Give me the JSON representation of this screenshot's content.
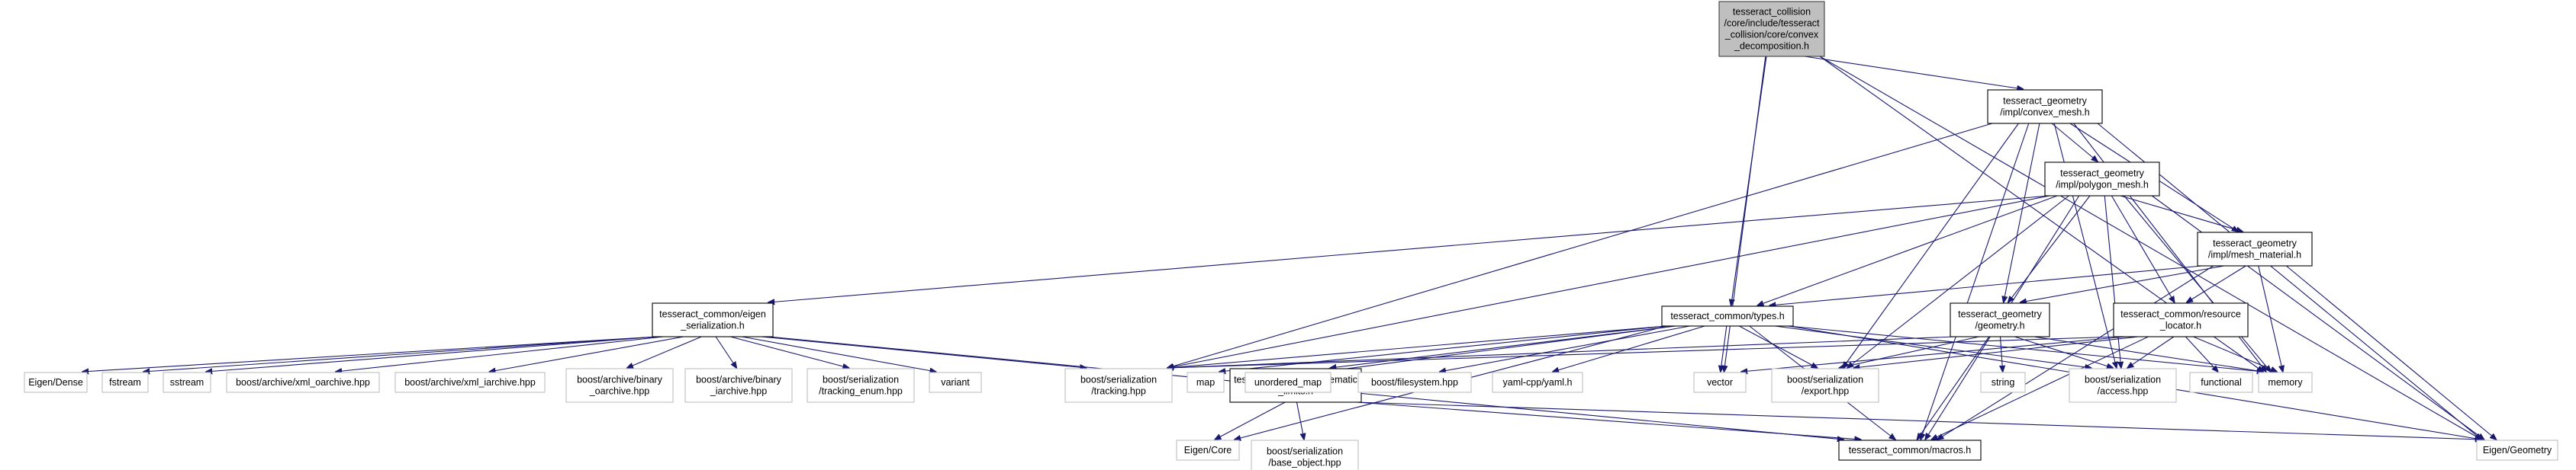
{
  "colors": {
    "edge": "#191970",
    "root_fill": "#bfbfbf",
    "root_border": "#404040",
    "internal_border": "#000000",
    "external_border": "#bfbfbf",
    "background": "#ffffff"
  },
  "nodes": [
    {
      "id": "root",
      "kind": "root",
      "lines": [
        "tesseract_collision",
        "/core/include/tesseract",
        "_collision/core/convex",
        "_decomposition.h"
      ]
    },
    {
      "id": "convex_mesh",
      "kind": "internal",
      "lines": [
        "tesseract_geometry",
        "/impl/convex_mesh.h"
      ]
    },
    {
      "id": "polygon_mesh",
      "kind": "internal",
      "lines": [
        "tesseract_geometry",
        "/impl/polygon_mesh.h"
      ]
    },
    {
      "id": "mesh_material",
      "kind": "internal",
      "lines": [
        "tesseract_geometry",
        "/impl/mesh_material.h"
      ]
    },
    {
      "id": "eigen_serialization",
      "kind": "internal",
      "lines": [
        "tesseract_common/eigen",
        "_serialization.h"
      ]
    },
    {
      "id": "types",
      "kind": "internal",
      "lines": [
        "tesseract_common/types.h"
      ]
    },
    {
      "id": "geometry",
      "kind": "internal",
      "lines": [
        "tesseract_geometry",
        "/geometry.h"
      ]
    },
    {
      "id": "resource_locator",
      "kind": "internal",
      "lines": [
        "tesseract_common/resource",
        "_locator.h"
      ]
    },
    {
      "id": "kinematic_limits",
      "kind": "internal",
      "lines": [
        "tesseract_common/kinematic",
        "_limits.h"
      ]
    },
    {
      "id": "macros",
      "kind": "internal",
      "lines": [
        "tesseract_common/macros.h"
      ]
    },
    {
      "id": "eigen_dense",
      "kind": "external",
      "lines": [
        "Eigen/Dense"
      ]
    },
    {
      "id": "fstream",
      "kind": "external",
      "lines": [
        "fstream"
      ]
    },
    {
      "id": "sstream",
      "kind": "external",
      "lines": [
        "sstream"
      ]
    },
    {
      "id": "xml_oarchive",
      "kind": "external",
      "lines": [
        "boost/archive/xml_oarchive.hpp"
      ]
    },
    {
      "id": "xml_iarchive",
      "kind": "external",
      "lines": [
        "boost/archive/xml_iarchive.hpp"
      ]
    },
    {
      "id": "binary_oarchive",
      "kind": "external",
      "lines": [
        "boost/archive/binary",
        "_oarchive.hpp"
      ]
    },
    {
      "id": "binary_iarchive",
      "kind": "external",
      "lines": [
        "boost/archive/binary",
        "_iarchive.hpp"
      ]
    },
    {
      "id": "tracking_enum",
      "kind": "external",
      "lines": [
        "boost/serialization",
        "/tracking_enum.hpp"
      ]
    },
    {
      "id": "variant",
      "kind": "external",
      "lines": [
        "variant"
      ]
    },
    {
      "id": "tracking",
      "kind": "external",
      "lines": [
        "boost/serialization",
        "/tracking.hpp"
      ]
    },
    {
      "id": "map",
      "kind": "external",
      "lines": [
        "map"
      ]
    },
    {
      "id": "unordered_map",
      "kind": "external",
      "lines": [
        "unordered_map"
      ]
    },
    {
      "id": "filesystem",
      "kind": "external",
      "lines": [
        "boost/filesystem.hpp"
      ]
    },
    {
      "id": "yaml",
      "kind": "external",
      "lines": [
        "yaml-cpp/yaml.h"
      ]
    },
    {
      "id": "vector",
      "kind": "external",
      "lines": [
        "vector"
      ]
    },
    {
      "id": "export",
      "kind": "external",
      "lines": [
        "boost/serialization",
        "/export.hpp"
      ]
    },
    {
      "id": "string",
      "kind": "external",
      "lines": [
        "string"
      ]
    },
    {
      "id": "access",
      "kind": "external",
      "lines": [
        "boost/serialization",
        "/access.hpp"
      ]
    },
    {
      "id": "functional",
      "kind": "external",
      "lines": [
        "functional"
      ]
    },
    {
      "id": "memory",
      "kind": "external",
      "lines": [
        "memory"
      ]
    },
    {
      "id": "eigen_core",
      "kind": "external",
      "lines": [
        "Eigen/Core"
      ]
    },
    {
      "id": "base_object",
      "kind": "external",
      "lines": [
        "boost/serialization",
        "/base_object.hpp"
      ]
    },
    {
      "id": "eigen_geometry",
      "kind": "external",
      "lines": [
        "Eigen/Geometry"
      ]
    }
  ],
  "edges": [
    [
      "root",
      "convex_mesh"
    ],
    [
      "root",
      "types"
    ],
    [
      "root",
      "vector"
    ],
    [
      "root",
      "memory"
    ],
    [
      "root",
      "eigen_geometry"
    ],
    [
      "convex_mesh",
      "polygon_mesh"
    ],
    [
      "convex_mesh",
      "macros"
    ],
    [
      "convex_mesh",
      "tracking"
    ],
    [
      "convex_mesh",
      "export"
    ],
    [
      "convex_mesh",
      "geometry"
    ],
    [
      "convex_mesh",
      "mesh_material"
    ],
    [
      "convex_mesh",
      "access"
    ],
    [
      "convex_mesh",
      "memory"
    ],
    [
      "convex_mesh",
      "eigen_geometry"
    ],
    [
      "polygon_mesh",
      "eigen_serialization"
    ],
    [
      "polygon_mesh",
      "types"
    ],
    [
      "polygon_mesh",
      "tracking"
    ],
    [
      "polygon_mesh",
      "geometry"
    ],
    [
      "polygon_mesh",
      "mesh_material"
    ],
    [
      "polygon_mesh",
      "resource_locator"
    ],
    [
      "polygon_mesh",
      "export"
    ],
    [
      "polygon_mesh",
      "access"
    ],
    [
      "polygon_mesh",
      "memory"
    ],
    [
      "polygon_mesh",
      "macros"
    ],
    [
      "polygon_mesh",
      "eigen_geometry"
    ],
    [
      "mesh_material",
      "types"
    ],
    [
      "mesh_material",
      "geometry"
    ],
    [
      "mesh_material",
      "resource_locator"
    ],
    [
      "mesh_material",
      "memory"
    ],
    [
      "mesh_material",
      "macros"
    ],
    [
      "mesh_material",
      "eigen_geometry"
    ],
    [
      "eigen_serialization",
      "eigen_dense"
    ],
    [
      "eigen_serialization",
      "fstream"
    ],
    [
      "eigen_serialization",
      "sstream"
    ],
    [
      "eigen_serialization",
      "xml_oarchive"
    ],
    [
      "eigen_serialization",
      "xml_iarchive"
    ],
    [
      "eigen_serialization",
      "binary_oarchive"
    ],
    [
      "eigen_serialization",
      "binary_iarchive"
    ],
    [
      "eigen_serialization",
      "tracking_enum"
    ],
    [
      "eigen_serialization",
      "variant"
    ],
    [
      "eigen_serialization",
      "tracking"
    ],
    [
      "eigen_serialization",
      "macros"
    ],
    [
      "types",
      "tracking"
    ],
    [
      "types",
      "map"
    ],
    [
      "types",
      "unordered_map"
    ],
    [
      "types",
      "filesystem"
    ],
    [
      "types",
      "yaml"
    ],
    [
      "types",
      "vector"
    ],
    [
      "types",
      "export"
    ],
    [
      "types",
      "access"
    ],
    [
      "types",
      "memory"
    ],
    [
      "types",
      "kinematic_limits"
    ],
    [
      "types",
      "eigen_core"
    ],
    [
      "types",
      "macros"
    ],
    [
      "types",
      "eigen_geometry"
    ],
    [
      "geometry",
      "tracking"
    ],
    [
      "geometry",
      "export"
    ],
    [
      "geometry",
      "string"
    ],
    [
      "geometry",
      "access"
    ],
    [
      "geometry",
      "memory"
    ],
    [
      "geometry",
      "macros"
    ],
    [
      "resource_locator",
      "vector"
    ],
    [
      "resource_locator",
      "export"
    ],
    [
      "resource_locator",
      "access"
    ],
    [
      "resource_locator",
      "functional"
    ],
    [
      "resource_locator",
      "memory"
    ],
    [
      "resource_locator",
      "macros"
    ],
    [
      "resource_locator",
      "tracking"
    ],
    [
      "kinematic_limits",
      "eigen_core"
    ],
    [
      "kinematic_limits",
      "base_object"
    ],
    [
      "kinematic_limits",
      "macros"
    ],
    [
      "kinematic_limits",
      "eigen_geometry"
    ]
  ]
}
